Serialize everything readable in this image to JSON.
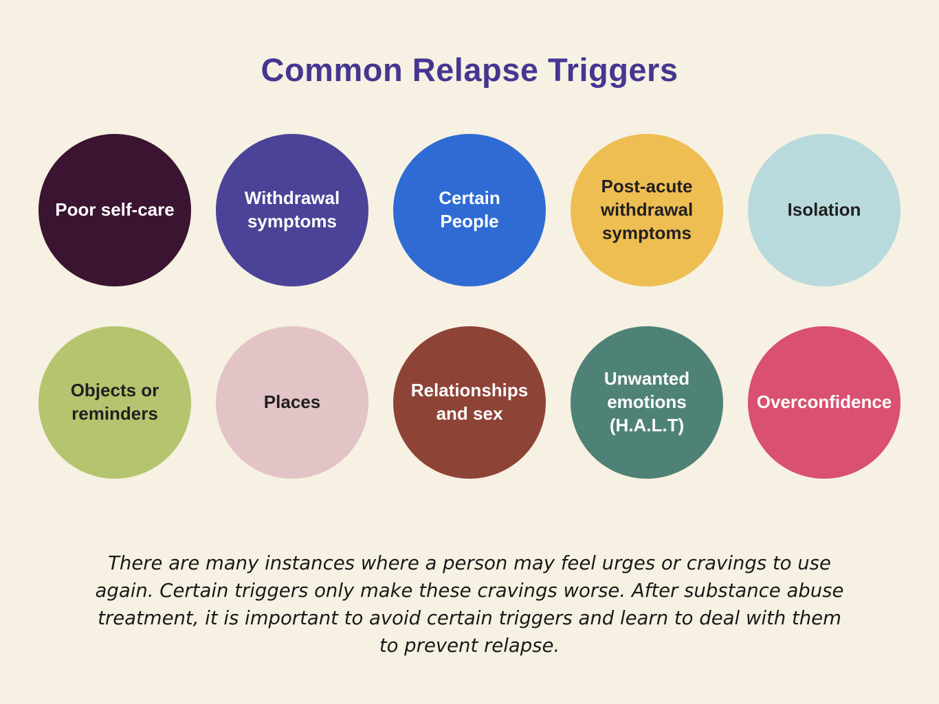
{
  "page": {
    "background": "#f6f1e2",
    "title": "Common Relapse Triggers",
    "title_color": "#453691"
  },
  "triggers": [
    {
      "label": "Poor self-care",
      "bg": "#3a1430",
      "fg": "#ffffff"
    },
    {
      "label": "Withdrawal symptoms",
      "bg": "#4b4397",
      "fg": "#ffffff"
    },
    {
      "label": "Certain People",
      "bg": "#2f6bd3",
      "fg": "#ffffff"
    },
    {
      "label": "Post-acute withdrawal symptoms",
      "bg": "#eebe52",
      "fg": "#221f20"
    },
    {
      "label": "Isolation",
      "bg": "#b9dadc",
      "fg": "#221f20"
    },
    {
      "label": "Objects or reminders",
      "bg": "#b5c46e",
      "fg": "#221f20"
    },
    {
      "label": "Places",
      "bg": "#e2c3c6",
      "fg": "#221f20"
    },
    {
      "label": "Relationships and sex",
      "bg": "#8e4337",
      "fg": "#ffffff"
    },
    {
      "label": "Unwanted emotions (H.A.L.T)",
      "bg": "#4f8276",
      "fg": "#ffffff"
    },
    {
      "label": "Overconfidence",
      "bg": "#d95070",
      "fg": "#ffffff"
    }
  ],
  "footer": {
    "text": "There are many instances where a person may feel urges or cravings to use again. Certain triggers only make these cravings worse. After substance abuse treatment, it is important to avoid certain triggers and learn to deal with them to prevent relapse."
  }
}
